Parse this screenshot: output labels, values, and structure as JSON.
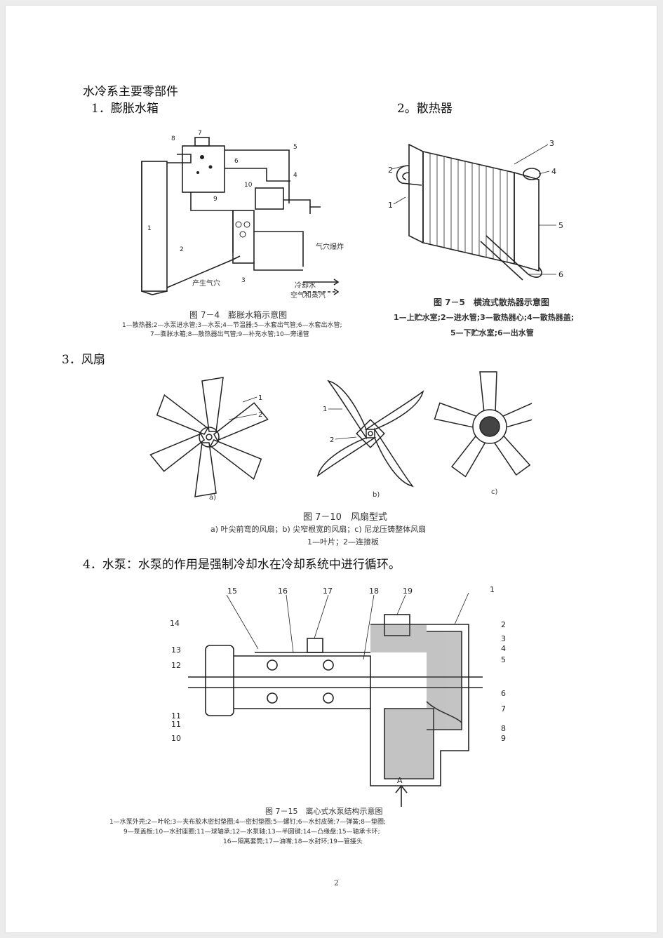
{
  "document": {
    "heading": "水冷系主要零部件",
    "page_number": "2"
  },
  "section1": {
    "label": "1．膨胀水箱",
    "figure": {
      "caption": "图 7－4　膨胀水箱示意图",
      "legend_1": "1—散热器;2—水泵进水管;3—水泵;4—节温器;5—水套出气管;6—水套出水管;",
      "legend_2": "7—膨胀水箱;8—散热器出气管;9—补充水管;10—旁通管",
      "callouts": [
        "1",
        "2",
        "3",
        "4",
        "5",
        "6",
        "7",
        "8",
        "9",
        "10"
      ],
      "annot_bubble": "产生气穴",
      "annot_burst": "气穴爆炸",
      "legend_water": "冷却水",
      "legend_air": "空气和蒸汽"
    }
  },
  "section2": {
    "label": "2。散热器",
    "figure": {
      "caption": "图 7－5　横流式散热器示意图",
      "legend_1": "1—上贮水室;2—进水管;3—散热器心;4—散热器盖;",
      "legend_2": "5—下贮水室;6—出水管",
      "callouts": [
        "1",
        "2",
        "3",
        "4",
        "5",
        "6"
      ]
    }
  },
  "section3": {
    "label": "3．风扇",
    "figure": {
      "sub_labels": [
        "a)",
        "b)",
        "c)"
      ],
      "caption": "图 7－10　风扇型式",
      "legend_1": "a) 叶尖前弯的风扇；b) 尖窄根宽的风扇；c) 尼龙压铸整体风扇",
      "legend_2": "1—叶片；2—连接板",
      "callouts": [
        "1",
        "2"
      ]
    }
  },
  "section4": {
    "label": "4．水泵：水泵的作用是强制冷却水在冷却系统中进行循环。",
    "figure": {
      "caption": "图 7－15　离心式水泵结构示意图",
      "legend_1": "1—水泵外壳;2—叶轮;3—夹布胶木密封垫圈;4—密封垫圈;5—螺钉;6—水封皮碗;7—弹簧;8—垫圈;",
      "legend_2": "9—泵盖板;10—水封座圈;11—球轴承;12—水泵轴;13—半圆键;14—凸缘盘;15—轴承卡环;",
      "legend_3": "16—隔离套筒;17—油嘴;18—水封环;19—管接头",
      "arrow_label": "A",
      "callouts": [
        "1",
        "2",
        "3",
        "4",
        "5",
        "6",
        "7",
        "8",
        "9",
        "10",
        "11",
        "11",
        "12",
        "13",
        "14",
        "15",
        "16",
        "17",
        "18",
        "19"
      ]
    }
  }
}
